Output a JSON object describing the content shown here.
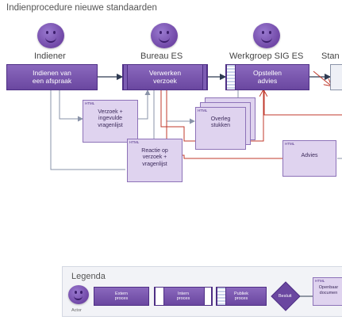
{
  "title": "Indienprocedure nieuwe standaarden",
  "actors": [
    {
      "label": "Indiener"
    },
    {
      "label": "Bureau ES"
    },
    {
      "label": "Werkgroep SIG ES"
    },
    {
      "label": "Stan"
    }
  ],
  "processes": {
    "indienen": "Indienen van een afspraak",
    "verwerken": "Verwerken verzoek",
    "opstellen": "Opstellen advies"
  },
  "documents": {
    "tag": "HTML",
    "verzoek": "Verzoek + ingevulde vragenlijst",
    "reactie": "Reactie op verzoek + vragenlijst",
    "overleg": "Overleg stukken",
    "advies": "Advies"
  },
  "legend": {
    "title": "Legenda",
    "actor": "Actor",
    "extern": "Extern proces",
    "intern": "Intern proces",
    "publiek": "Publiek proces",
    "besluit": "Besluit",
    "openbaar": "Openbaar documen"
  },
  "colors": {
    "process": "#6a47a0",
    "document": "#dfd3ef",
    "connector": "#8a93a8",
    "highlight": "#c0392b"
  }
}
